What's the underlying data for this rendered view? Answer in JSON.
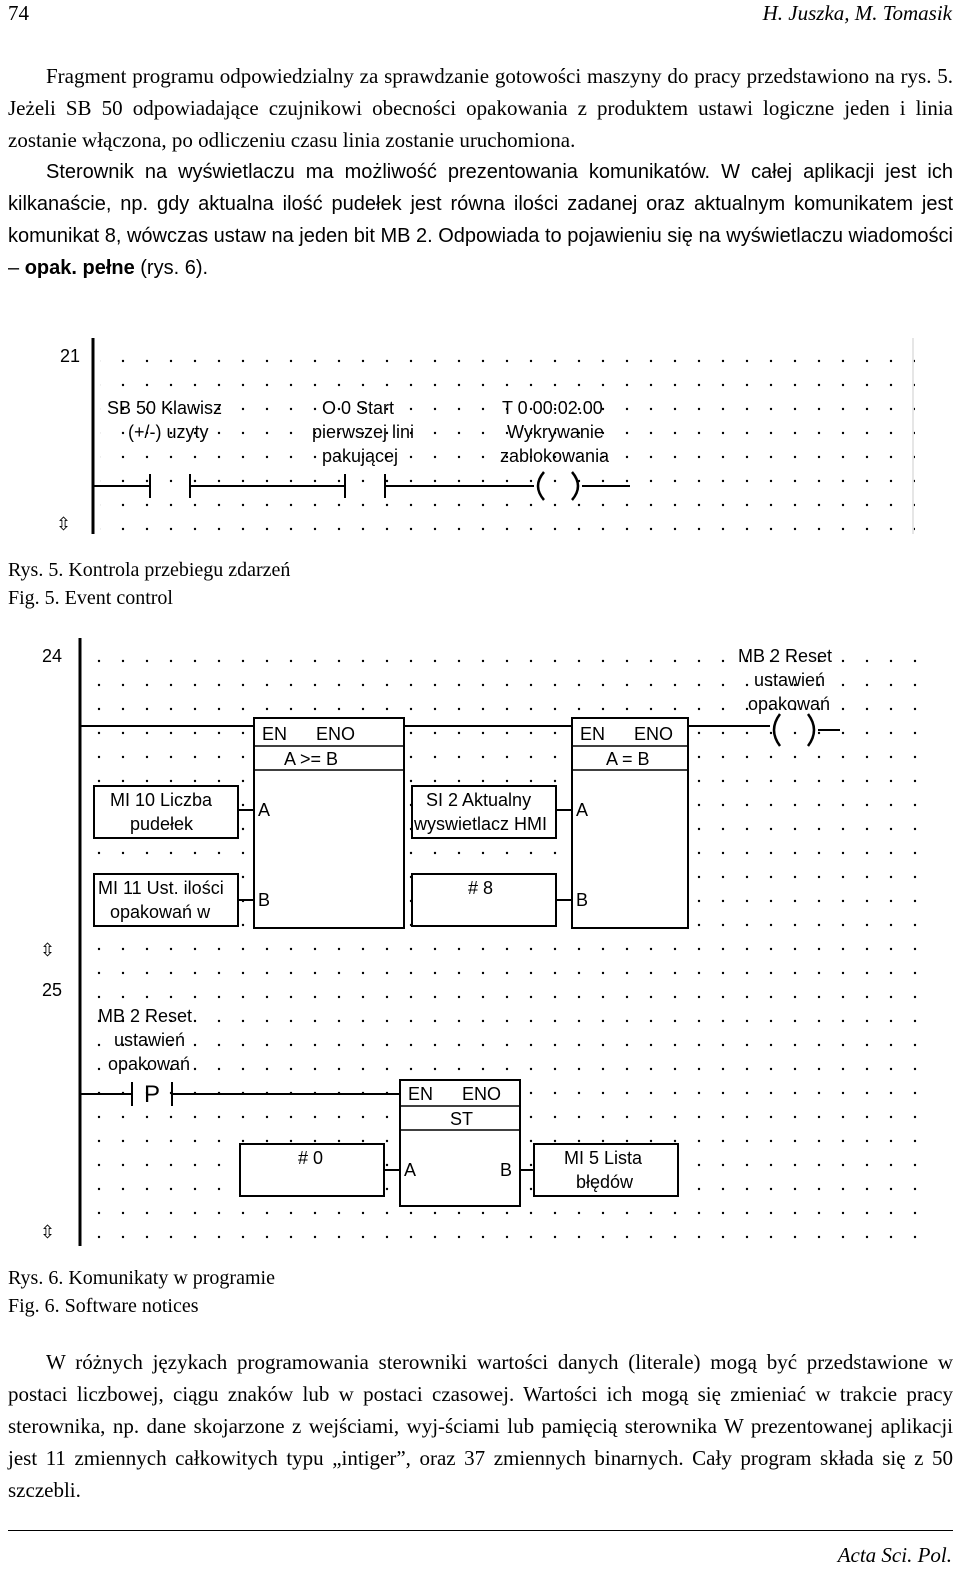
{
  "header": {
    "page_number": "74",
    "authors": "H. Juszka, M. Tomasik"
  },
  "para1": "Fragment programu odpowiedzialny za sprawdzanie gotowości maszyny do pracy przedstawiono na rys. 5. Jeżeli SB 50 odpowiadające czujnikowi obecności opakowania z produktem ustawi logiczne jeden i linia zostanie włączona, po odliczeniu czasu linia zostanie uruchomiona.",
  "para2": {
    "text": "Sterownik na wyświetlaczu ma możliwość prezentowania komunikatów. W całej aplikacji jest ich kilkanaście, np. gdy aktualna ilość pudełek jest równa ilości zadanej oraz aktualnym komunikatem jest komunikat 8, wówczas ustaw na jeden bit MB 2. Odpowiada to pojawieniu się na wyświetlaczu wiadomości – ",
    "bold1": "opak. pełne",
    "tail": " (rys. 6)."
  },
  "fig5": {
    "rung": "21",
    "contact1": [
      "SB 50  Klawisz",
      "(+/-) uzyty"
    ],
    "contact2": [
      "O 0  Start",
      "pierwszej lini",
      "pakującej"
    ],
    "coil": [
      "T 0  00:02.00",
      "Wykrywanie",
      "zablokowania"
    ],
    "coil_symbol": "(   )",
    "caption_pl": "Rys. 5. Kontrola przebiegu zdarzeń",
    "caption_en": "Fig. 5.  Event control"
  },
  "fig6": {
    "rung24": "24",
    "rung25": "25",
    "block1": {
      "en": "EN",
      "eno": "ENO",
      "op": "A >= B",
      "a": "A",
      "b": "B"
    },
    "block2": {
      "en": "EN",
      "eno": "ENO",
      "op": "A = B",
      "a": "A",
      "b": "B"
    },
    "in1": [
      "MI 10 Liczba",
      "pudełek"
    ],
    "in2": [
      "MI 11 Ust. ilości",
      "opakowań w"
    ],
    "in3": [
      "SI 2 Aktualny",
      "wyswietlacz HMI"
    ],
    "in4": "# 8",
    "coil24": [
      "MB 2  Reset",
      "ustawień",
      "opakowań"
    ],
    "coil_symbol": "(   )",
    "contact25": [
      "MB 2  Reset",
      "ustawień",
      "opakowań"
    ],
    "contact25_symbol": "P",
    "block3": {
      "en": "EN",
      "eno": "ENO",
      "op": "ST",
      "a": "A",
      "b": "B"
    },
    "in5": "# 0",
    "out5": [
      "MI 5 Lista",
      "błędów"
    ],
    "caption_pl": "Rys. 6. Komunikaty w programie",
    "caption_en": "Fig. 6.  Software notices"
  },
  "para3": "W różnych językach programowania sterowniki wartości danych (literale) mogą być przedstawione w postaci liczbowej, ciągu znaków lub w postaci czasowej. Wartości ich mogą się zmieniać w trakcie pracy sterownika, np. dane skojarzone z wejściami, wyj-ściami lub pamięcią sterownika W prezentowanej aplikacji jest 11 zmiennych całkowitych typu „intiger”, oraz 37 zmiennych binarnych. Cały program składa się z 50 szczebli.",
  "footer": "Acta Sci. Pol."
}
